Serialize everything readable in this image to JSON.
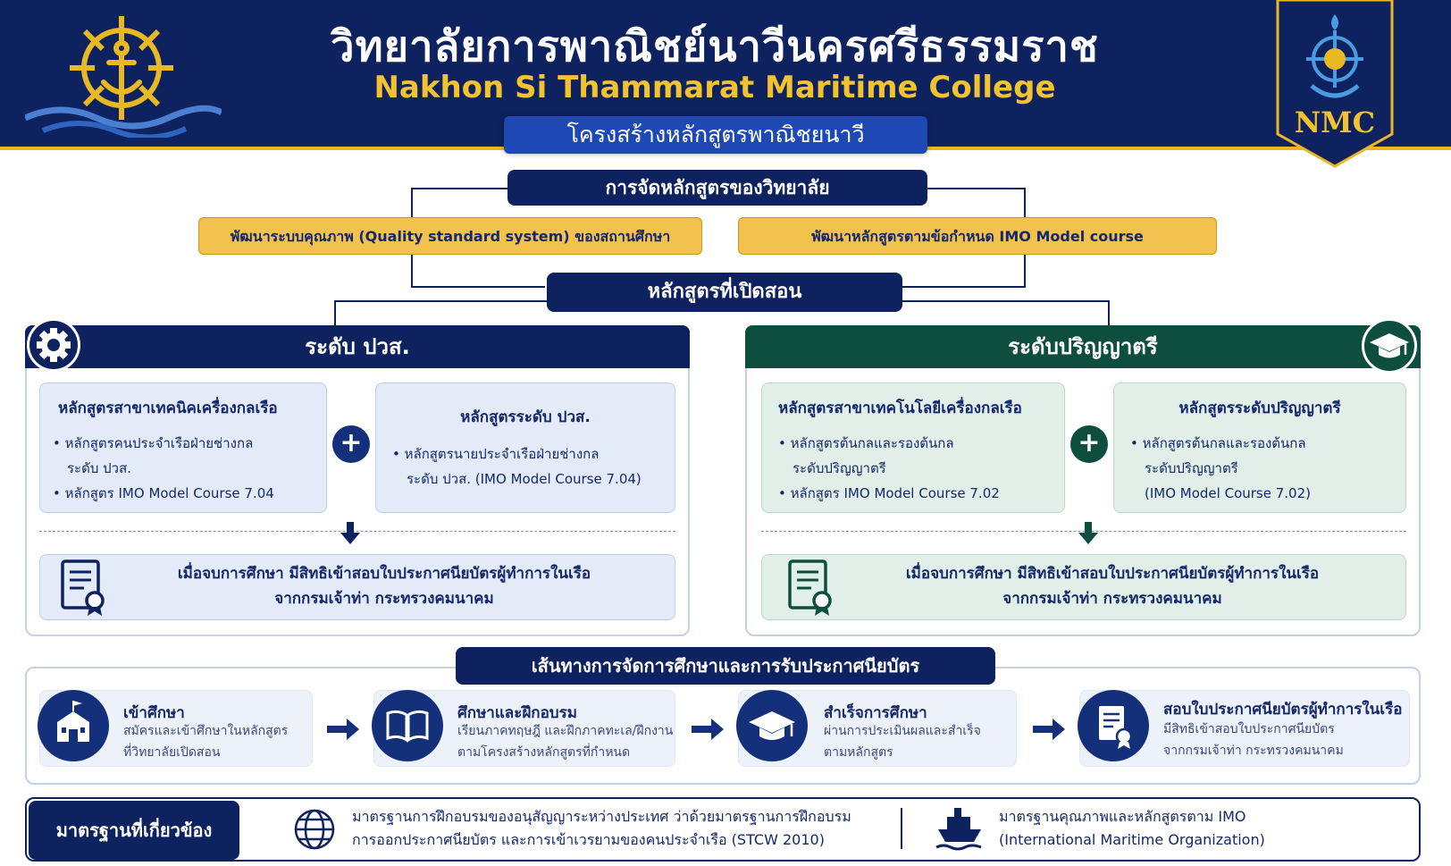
{
  "header": {
    "title_th": "วิทยาลัยการพาณิชย์นาวีนครศรีธรรมราช",
    "title_en": "Nakhon Si Thammarat Maritime College",
    "subtitle": "โครงสร้างหลักสูตรพาณิชยนาวี",
    "badge_text": "NMC"
  },
  "structure": {
    "top_box": "การจัดหลักสูตรของวิทยาลัย",
    "left_yellow": "พัฒนาระบบคุณภาพ (Quality standard system) ของสถานศึกษา",
    "right_yellow": "พัฒนาหลักสูตรตามข้อกำหนด IMO Model course",
    "middle_box": "หลักสูตรที่เปิดสอน"
  },
  "left_panel": {
    "title": "ระดับ ปวส.",
    "card1": {
      "title": "หลักสูตรสาขาเทคนิคเครื่องกลเรือ",
      "bullet1_line1": "•  หลักสูตรคนประจำเรือฝ่ายช่างกล",
      "bullet1_line2": "ระดับ ปวส.",
      "bullet2": "•  หลักสูตร IMO Model Course 7.04"
    },
    "card2": {
      "title": "หลักสูตรระดับ ปวส.",
      "bullet1_line1": "•  หลักสูตรนายประจำเรือฝ่ายช่างกล",
      "bullet1_line2": "ระดับ ปวส. (IMO Model Course 7.04)"
    },
    "plus": "+",
    "cert_line1": "เมื่อจบการศึกษา มีสิทธิเข้าสอบใบประกาศนียบัตรผู้ทำการในเรือ",
    "cert_line2": "จากกรมเจ้าท่า กระทรวงคมนาคม"
  },
  "right_panel": {
    "title": "ระดับปริญญาตรี",
    "card1": {
      "title": "หลักสูตรสาขาเทคโนโลยีเครื่องกลเรือ",
      "bullet1_line1": "•  หลักสูตรต้นกลและรองต้นกล",
      "bullet1_line2": "ระดับปริญญาตรี",
      "bullet2": "•  หลักสูตร IMO Model Course 7.02"
    },
    "card2": {
      "title": "หลักสูตรระดับปริญญาตรี",
      "bullet1_line1": "•  หลักสูตรต้นกลและรองต้นกล",
      "bullet1_line2": "ระดับปริญญาตรี",
      "bullet1_line3": "(IMO Model Course 7.02)"
    },
    "plus": "+",
    "cert_line1": "เมื่อจบการศึกษา มีสิทธิเข้าสอบใบประกาศนียบัตรผู้ทำการในเรือ",
    "cert_line2": "จากกรมเจ้าท่า กระทรวงคมนาคม"
  },
  "pathway": {
    "title": "เส้นทางการจัดการศึกษาและการรับประกาศนียบัตร",
    "steps": [
      {
        "title": "เข้าศึกษา",
        "line1": "สมัครและเข้าศึกษาในหลักสูตร",
        "line2": "ที่วิทยาลัยเปิดสอน",
        "icon": "school-icon"
      },
      {
        "title": "ศึกษาและฝึกอบรม",
        "line1": "เรียนภาคทฤษฎี และฝึกภาคทะเล/ฝึกงาน",
        "line2": "ตามโครงสร้างหลักสูตรที่กำหนด",
        "icon": "book-icon"
      },
      {
        "title": "สำเร็จการศึกษา",
        "line1": "ผ่านการประเมินผลและสำเร็จ",
        "line2": "ตามหลักสูตร",
        "icon": "graduation-cap-icon"
      },
      {
        "title": "สอบใบประกาศนียบัตรผู้ทำการในเรือ",
        "line1": "มีสิทธิเข้าสอบใบประกาศนียบัตร",
        "line2": "จากกรมเจ้าท่า กระทรวงคมนาคม",
        "icon": "certificate-icon"
      }
    ]
  },
  "standards": {
    "label": "มาตรฐานที่เกี่ยวข้อง",
    "item1_line1": "มาตรฐานการฝึกอบรมของอนุสัญญาระหว่างประเทศ ว่าด้วยมาตรฐานการฝึกอบรม",
    "item1_line2": "การออกประกาศนียบัตร และการเข้าเวรยามของคนประจำเรือ (STCW 2010)",
    "item2_line1": "มาตรฐานคุณภาพและหลักสูตรตาม IMO",
    "item2_line2": "(International Maritime Organization)"
  },
  "colors": {
    "navy": "#0e2260",
    "gold": "#f2c230",
    "green": "#0d4e3f",
    "card_blue": "#e4ebf8",
    "card_green": "#e2efe8"
  }
}
